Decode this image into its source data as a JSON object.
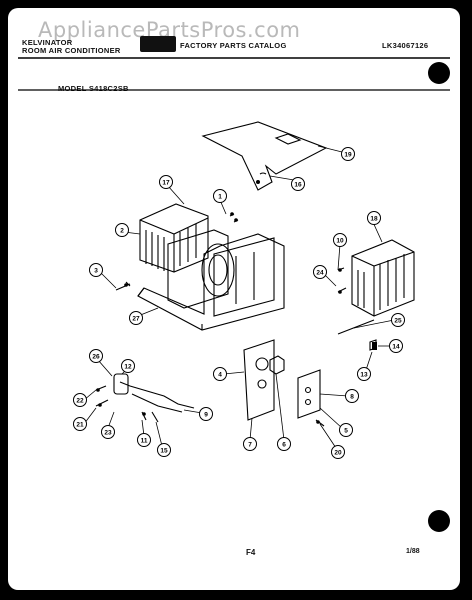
{
  "watermark": "AppliancePartsPros.com",
  "header": {
    "brand": "KELVINATOR",
    "subtitle": "ROOM AIR CONDITIONER",
    "catalog": "FACTORY PARTS CATALOG",
    "doc_number": "LK34067126",
    "model": "MODEL S418C2SB"
  },
  "callouts": [
    "19",
    "16",
    "17",
    "1",
    "2",
    "3",
    "27",
    "18",
    "10",
    "24",
    "25",
    "14",
    "13",
    "26",
    "12",
    "22",
    "21",
    "23",
    "11",
    "15",
    "9",
    "4",
    "7",
    "6",
    "8",
    "5",
    "20"
  ],
  "footer": {
    "page": "F4",
    "date": "1/88"
  }
}
